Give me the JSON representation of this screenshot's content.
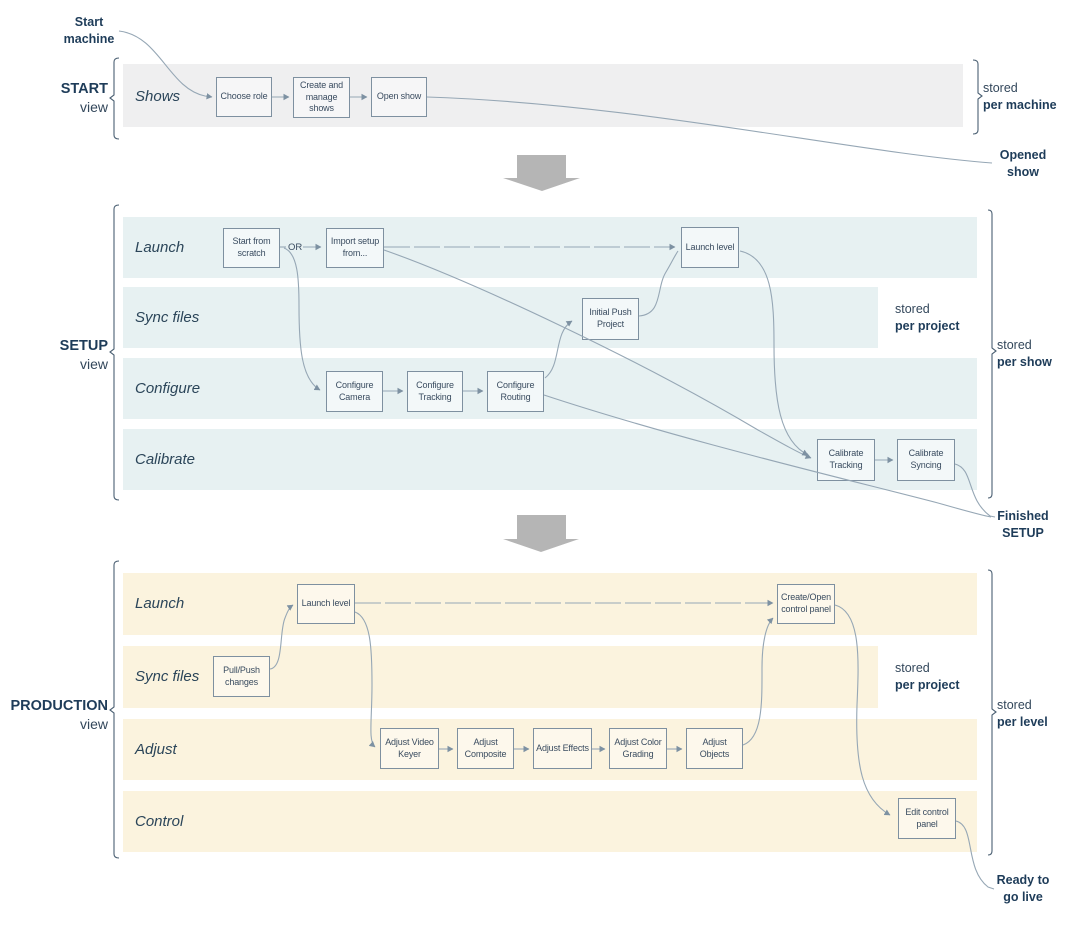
{
  "colors": {
    "start_band": "#efeff0",
    "setup_band": "#e7f1f2",
    "production_band": "#fbf3de",
    "box_border": "#7e90a0",
    "connector": "#96a7b5",
    "big_arrow_gray": "#b5b5b5",
    "navy_text": "#1e3c59"
  },
  "outer": {
    "start_machine": "Start machine",
    "opened_show": "Opened show",
    "finished_setup": "Finished SETUP",
    "ready_go_live": "Ready to go live"
  },
  "start": {
    "title": "START",
    "title_sub": "view",
    "lane": "Shows",
    "boxes": {
      "choose_role": "Choose role",
      "create_manage": "Create and manage shows",
      "open_show": "Open show"
    },
    "stored_machine": {
      "prefix": "stored",
      "scope": "per machine"
    }
  },
  "setup": {
    "title": "SETUP",
    "title_sub": "view",
    "lanes": {
      "launch": "Launch",
      "sync": "Sync files",
      "configure": "Configure",
      "calibrate": "Calibrate"
    },
    "or_label": "OR",
    "boxes": {
      "start_scratch": "Start from scratch",
      "import_setup": "Import setup from...",
      "launch_level": "Launch level",
      "initial_push": "Initial Push Project",
      "configure_camera": "Configure Camera",
      "configure_tracking": "Configure Tracking",
      "configure_routing": "Configure Routing",
      "calibrate_tracking": "Calibrate Tracking",
      "calibrate_syncing": "Calibrate Syncing"
    },
    "stored_project": {
      "prefix": "stored",
      "scope": "per project"
    },
    "stored_show": {
      "prefix": "stored",
      "scope": "per show"
    }
  },
  "production": {
    "title": "PRODUCTION",
    "title_sub": "view",
    "lanes": {
      "launch": "Launch",
      "sync": "Sync files",
      "adjust": "Adjust",
      "control": "Control"
    },
    "boxes": {
      "launch_level": "Launch level",
      "pull_push": "Pull/Push changes",
      "adjust_video_keyer": "Adjust Video Keyer",
      "adjust_composite": "Adjust Composite",
      "adjust_effects": "Adjust Effects",
      "adjust_color_grading": "Adjust Color Grading",
      "adjust_objects": "Adjust Objects",
      "create_open_panel": "Create/Open control panel",
      "edit_panel": "Edit control panel"
    },
    "stored_project": {
      "prefix": "stored",
      "scope": "per project"
    },
    "stored_level": {
      "prefix": "stored",
      "scope": "per level"
    }
  }
}
